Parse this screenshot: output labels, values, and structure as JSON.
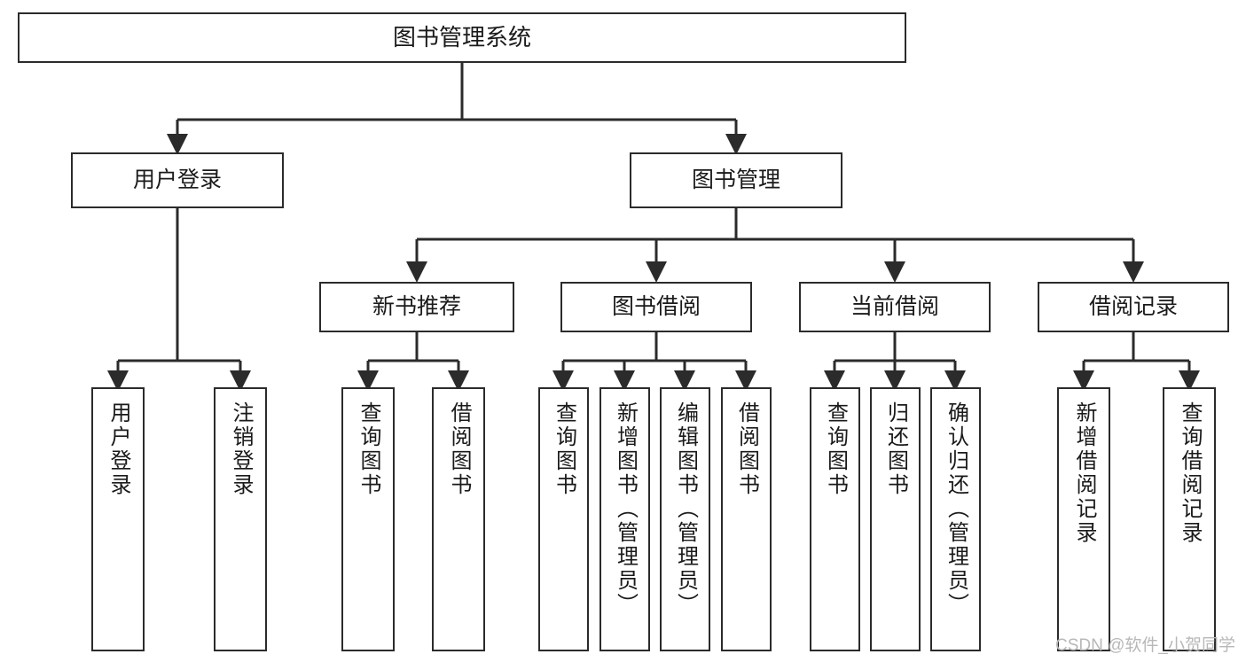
{
  "title": "图书管理系统",
  "watermark": "CSDN @软件_小贺同学",
  "nodes": {
    "root": {
      "label": "图书管理系统"
    },
    "level2": [
      {
        "key": "user_login",
        "label": "用户登录"
      },
      {
        "key": "book_manage",
        "label": "图书管理"
      }
    ],
    "level3": [
      {
        "key": "new_book_rec",
        "label": "新书推荐"
      },
      {
        "key": "book_borrow",
        "label": "图书借阅"
      },
      {
        "key": "current_borrow",
        "label": "当前借阅"
      },
      {
        "key": "borrow_record",
        "label": "借阅记录"
      }
    ],
    "leaves": [
      {
        "key": "leaf_user_login",
        "label": "用户登录"
      },
      {
        "key": "leaf_user_logout",
        "label": "注销登录"
      },
      {
        "key": "leaf_query_book_1",
        "label": "查询图书"
      },
      {
        "key": "leaf_borrow_book_1",
        "label": "借阅图书"
      },
      {
        "key": "leaf_query_book_2",
        "label": "查询图书"
      },
      {
        "key": "leaf_add_book",
        "label": "新增图书（管理员）"
      },
      {
        "key": "leaf_edit_book",
        "label": "编辑图书（管理员）"
      },
      {
        "key": "leaf_borrow_book_2",
        "label": "借阅图书"
      },
      {
        "key": "leaf_query_book_3",
        "label": "查询图书"
      },
      {
        "key": "leaf_return_book",
        "label": "归还图书"
      },
      {
        "key": "leaf_confirm_return",
        "label": "确认归还（管理员）"
      },
      {
        "key": "leaf_add_record",
        "label": "新增借阅记录"
      },
      {
        "key": "leaf_query_record",
        "label": "查询借阅记录"
      }
    ]
  },
  "colors": {
    "stroke": "#2b2b2b",
    "fill": "#ffffff",
    "text": "#1a1a1a",
    "watermark": "#b8b8b8"
  }
}
